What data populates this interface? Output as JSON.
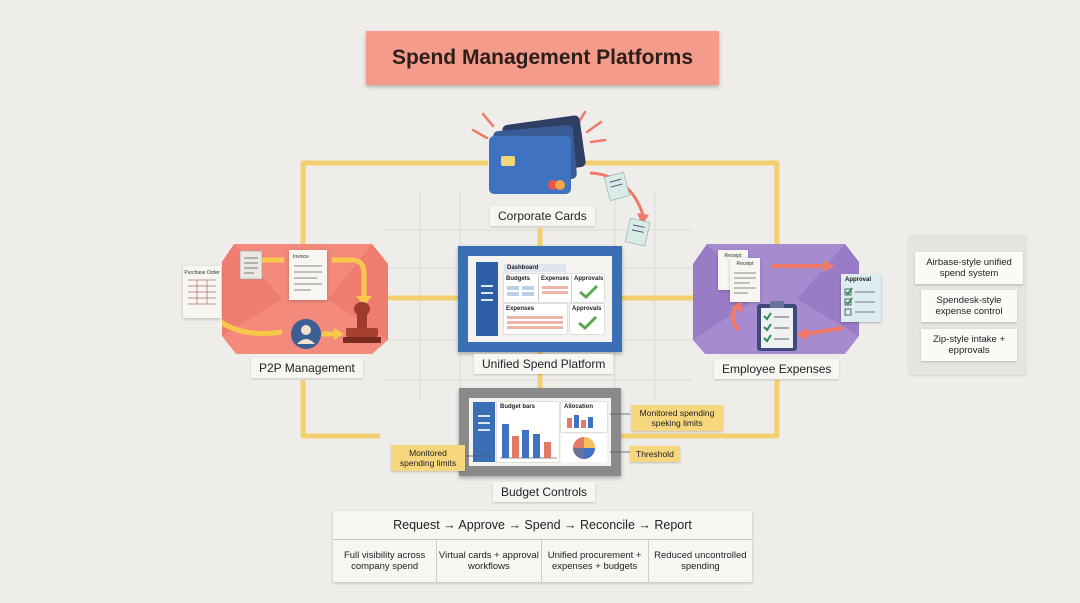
{
  "title": "Spend Management Platforms",
  "nodes": {
    "cards": {
      "label": "Corporate Cards"
    },
    "p2p": {
      "label": "P2P Management",
      "purchase_order": "Purchase Order",
      "invoice": "Invoice"
    },
    "unified": {
      "label": "Unified Spend Platform",
      "dashboard": "Dashboard",
      "budgets": "Budgets",
      "expenses": "Expenses",
      "approvals": "Approvals",
      "expenses2": "Expenses",
      "approvals2": "Approvals"
    },
    "employee": {
      "label": "Employee Expenses",
      "receipt1": "Receipt",
      "receipt2": "Receipt",
      "approval": "Approval"
    },
    "budget": {
      "label": "Budget Controls",
      "budget_bars": "Budget bars",
      "allocation": "Allocation",
      "tag_monitored_left": "Monitored spending limits",
      "tag_monitored_right": "Monitored spending speking limits",
      "tag_threshold": "Threshold"
    }
  },
  "examples": [
    "Airbase-style unified spend system",
    "Spendesk-style expense control",
    "Zip-style intake + epprovals"
  ],
  "flow": "Request → Approve → Spend → Reconcile → Report",
  "benefits": [
    "Full visibility across company spend",
    "Virtual cards + approval workflows",
    "Unified procurement + expenses + budgets",
    "Reduced uncontrolled spending"
  ],
  "colors": {
    "wire": "#f2cf6f",
    "title_banner": "#f59b8b",
    "p2p_panel": "#f38a7c",
    "employee_panel": "#a78bd0",
    "platform_frame": "#3a6fb5",
    "budget_frame": "#8a8a8a",
    "card_blue": "#3f72c0",
    "tag_yellow": "#f6d77d"
  },
  "icons": [
    "credit-card-icon",
    "person-icon",
    "stamp-icon",
    "clipboard-checklist-icon",
    "bar-chart-icon",
    "pie-chart-icon",
    "cycle-arrows-icon"
  ]
}
